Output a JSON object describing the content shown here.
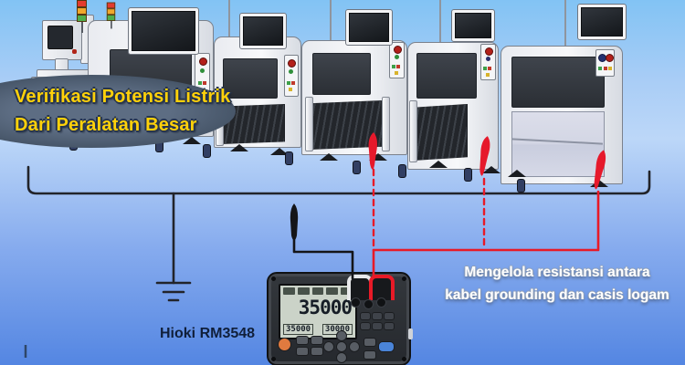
{
  "scene_type": "equipment-grounding-verification-illustration",
  "title_bubble": {
    "line1": "Verifikasi Potensi Listrik",
    "line2": "Dari Peralatan Besar"
  },
  "note": {
    "line1": "Mengelola resistansi antara",
    "line2": "kabel grounding dan casis logam"
  },
  "meter": {
    "label": "Hioki RM3548",
    "display_main": "35000",
    "display_sub_left": "35000",
    "display_sub_right": "30000"
  },
  "colors": {
    "title_text": "#ffd10a",
    "bubble": "#51617a",
    "note_text": "#ffffff",
    "wire_black": "#22242a",
    "wire_red": "#e81a27",
    "sky_top": "#82c3f4",
    "sky_bottom": "#5486e2",
    "device_label_text": "#101f3a",
    "stack_light": [
      "#e23b2e",
      "#f0a82c",
      "#4fae4a"
    ]
  },
  "icons": {
    "ground": "earth-ground-icon",
    "stack_light": "tower-light-icon",
    "probe_red": "test-probe-red-icon",
    "probe_black": "test-probe-black-icon"
  }
}
